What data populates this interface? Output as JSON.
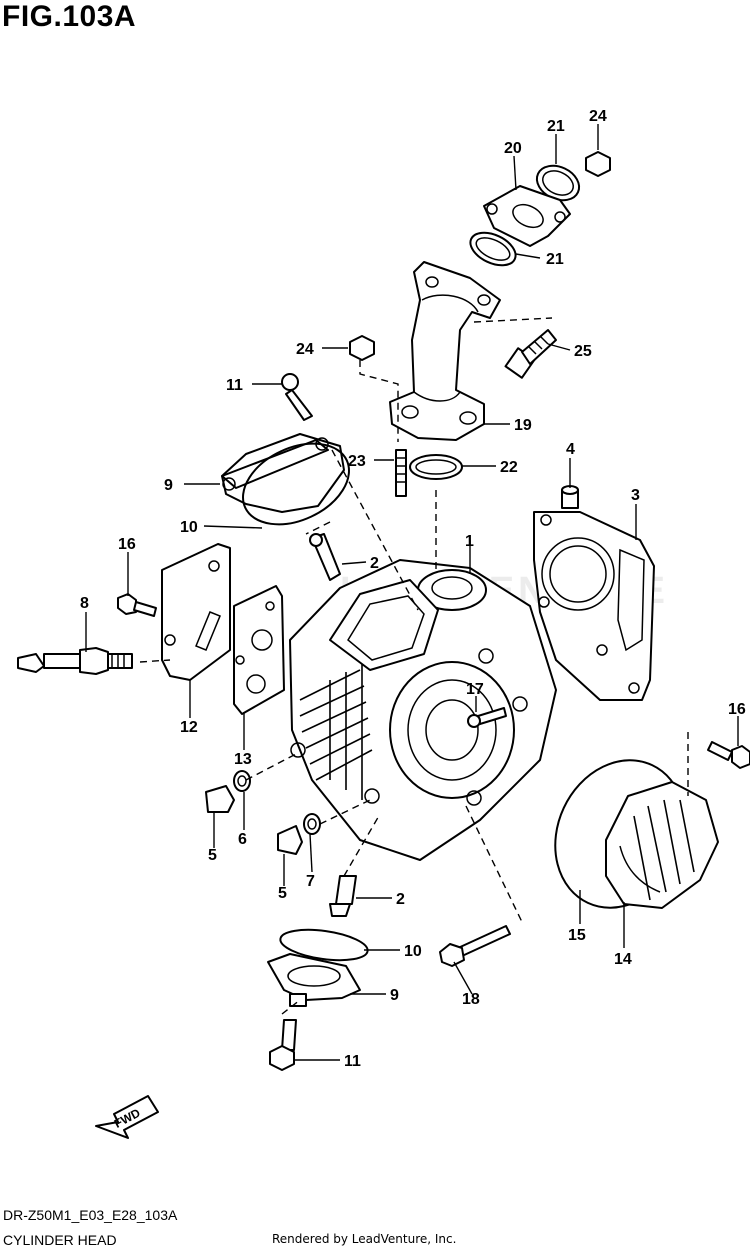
{
  "figure": {
    "title": "FIG.103A",
    "model_code": "DR-Z50M1_E03_E28_103A",
    "section_name": "CYLINDER HEAD",
    "credit": "Rendered by LeadVenture, Inc.",
    "direction_label": "FWD"
  },
  "callouts": [
    "1",
    "2",
    "2",
    "3",
    "4",
    "5",
    "5",
    "6",
    "7",
    "8",
    "9",
    "9",
    "10",
    "10",
    "11",
    "11",
    "12",
    "13",
    "14",
    "15",
    "16",
    "16",
    "17",
    "18",
    "19",
    "20",
    "21",
    "21",
    "22",
    "23",
    "24",
    "24",
    "25"
  ]
}
